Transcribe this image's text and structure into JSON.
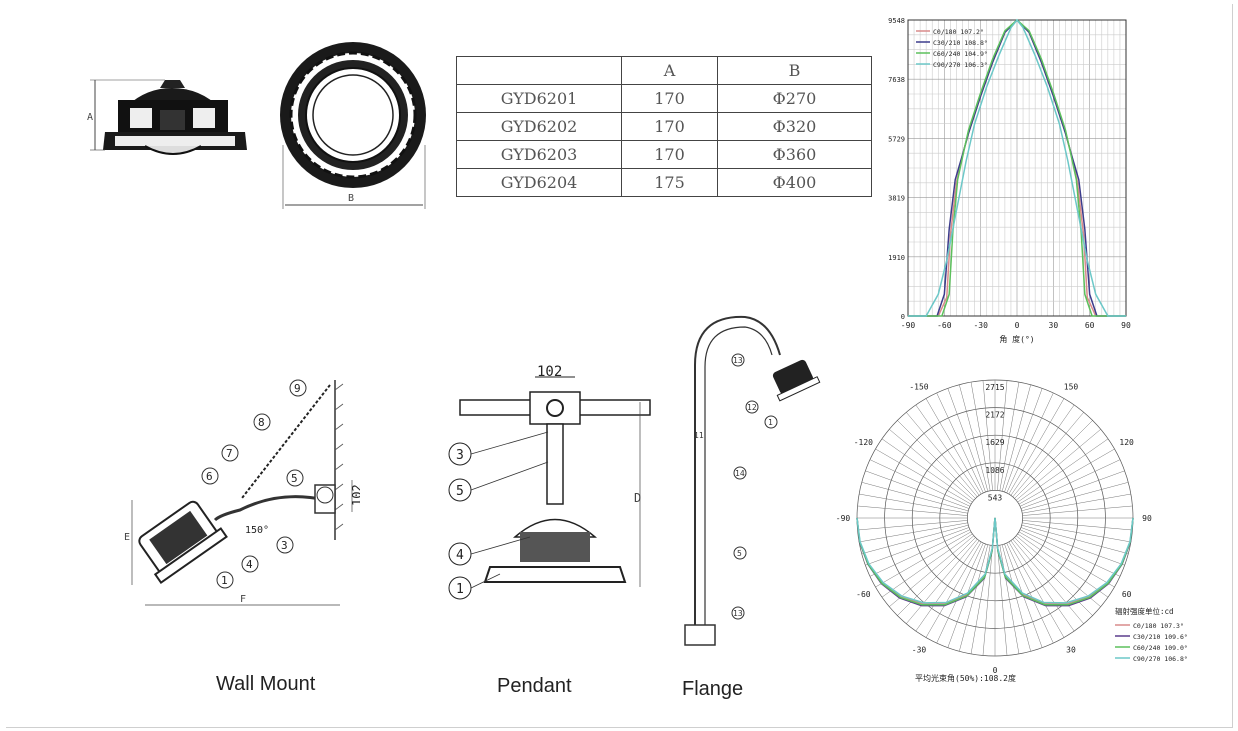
{
  "spec_table": {
    "headers": [
      "",
      "A",
      "B"
    ],
    "rows": [
      [
        "GYD6201",
        "170",
        "Φ270"
      ],
      [
        "GYD6202",
        "170",
        "Φ320"
      ],
      [
        "GYD6203",
        "170",
        "Φ360"
      ],
      [
        "GYD6204",
        "175",
        "Φ400"
      ]
    ]
  },
  "dimension_labels": {
    "a": "A",
    "b": "B",
    "pendant_width": "102",
    "pendant_height": "D",
    "wall_width": "102",
    "wall_angle": "150°",
    "wall_h": "E",
    "wall_w": "F"
  },
  "wall_callouts": [
    "9",
    "8",
    "7",
    "6",
    "5",
    "4",
    "3",
    "1"
  ],
  "pendant_callouts": [
    "3",
    "5",
    "4",
    "1"
  ],
  "flange_callouts": [
    "13",
    "12",
    "11",
    "14",
    "5",
    "13",
    "1"
  ],
  "captions": {
    "wall": "Wall Mount",
    "pendant": "Pendant",
    "flange": "Flange"
  },
  "chart_data": [
    {
      "type": "line",
      "title": "",
      "xlabel": "角 度(°)",
      "ylabel": "",
      "xlim": [
        -90,
        90
      ],
      "ylim": [
        0,
        9548
      ],
      "x_ticks": [
        "-90",
        "-60",
        "-30",
        "0",
        "30",
        "60",
        "90"
      ],
      "y_ticks": [
        "0",
        "1910",
        "3819",
        "5729",
        "7638",
        "9548"
      ],
      "series": [
        {
          "name": "C0/180 107.2°",
          "color": "#d98b8b",
          "x": [
            -90,
            -65,
            -58,
            -55,
            -50,
            -45,
            -40,
            -30,
            -20,
            -10,
            0,
            10,
            20,
            30,
            40,
            45,
            50,
            55,
            58,
            65,
            90
          ],
          "y": [
            0,
            0,
            600,
            2600,
            4300,
            5200,
            5900,
            7100,
            8200,
            9150,
            9548,
            9150,
            8200,
            7100,
            5900,
            5200,
            4300,
            2600,
            600,
            0,
            0
          ]
        },
        {
          "name": "C30/210 108.8°",
          "color": "#3c3c8c",
          "x": [
            -90,
            -66,
            -60,
            -56,
            -51,
            -45,
            -40,
            -30,
            -20,
            -10,
            0,
            10,
            20,
            30,
            40,
            45,
            51,
            56,
            60,
            66,
            90
          ],
          "y": [
            0,
            0,
            700,
            2800,
            4400,
            5200,
            5900,
            7100,
            8200,
            9150,
            9548,
            9150,
            8200,
            7100,
            5900,
            5200,
            4400,
            2800,
            700,
            0,
            0
          ]
        },
        {
          "name": "C60/240 104.9°",
          "color": "#5cc05c",
          "x": [
            -90,
            -62,
            -56,
            -53,
            -49,
            -44,
            -40,
            -30,
            -20,
            -10,
            0,
            10,
            20,
            30,
            40,
            44,
            49,
            53,
            56,
            62,
            90
          ],
          "y": [
            0,
            0,
            700,
            2700,
            4400,
            5300,
            6000,
            7200,
            8300,
            9200,
            9548,
            9200,
            8300,
            7200,
            6000,
            5300,
            4400,
            2700,
            700,
            0,
            0
          ]
        },
        {
          "name": "C90/270 106.3°",
          "color": "#6cc8c8",
          "x": [
            -90,
            -75,
            -65,
            -58,
            -50,
            -42,
            -35,
            -25,
            -15,
            -5,
            0,
            5,
            15,
            25,
            35,
            42,
            50,
            58,
            65,
            75,
            90
          ],
          "y": [
            0,
            0,
            700,
            1800,
            3400,
            5000,
            6200,
            7400,
            8400,
            9300,
            9548,
            9300,
            8400,
            7400,
            6200,
            5000,
            3400,
            1800,
            700,
            0,
            0
          ]
        }
      ]
    },
    {
      "type": "polar",
      "title": "",
      "radial_ticks": [
        "543",
        "1086",
        "1629",
        "2172",
        "2715"
      ],
      "angle_labels": [
        "-150",
        "150",
        "-120",
        "120",
        "-90",
        "90",
        "-60",
        "60",
        "-30",
        "30",
        "0"
      ],
      "legend_title": "辐射强度单位:cd",
      "footer": "平均光束角(50%):108.2度",
      "series": [
        {
          "name": "C0/180 107.3°",
          "color": "#d98b8b",
          "values": [
            2715,
            2700,
            2650,
            2550,
            2400,
            2200,
            1950,
            1600,
            1150,
            600,
            0
          ]
        },
        {
          "name": "C30/210 109.6°",
          "color": "#5a3c8c",
          "values": [
            2715,
            2705,
            2660,
            2580,
            2450,
            2250,
            1990,
            1650,
            1200,
            650,
            0
          ]
        },
        {
          "name": "C60/240 109.0°",
          "color": "#5cc05c",
          "values": [
            2715,
            2700,
            2655,
            2570,
            2430,
            2230,
            1970,
            1630,
            1180,
            640,
            0
          ]
        },
        {
          "name": "C90/270 106.8°",
          "color": "#6cc8c8",
          "values": [
            2715,
            2695,
            2640,
            2540,
            2390,
            2180,
            1920,
            1570,
            1120,
            590,
            0
          ]
        }
      ]
    }
  ]
}
